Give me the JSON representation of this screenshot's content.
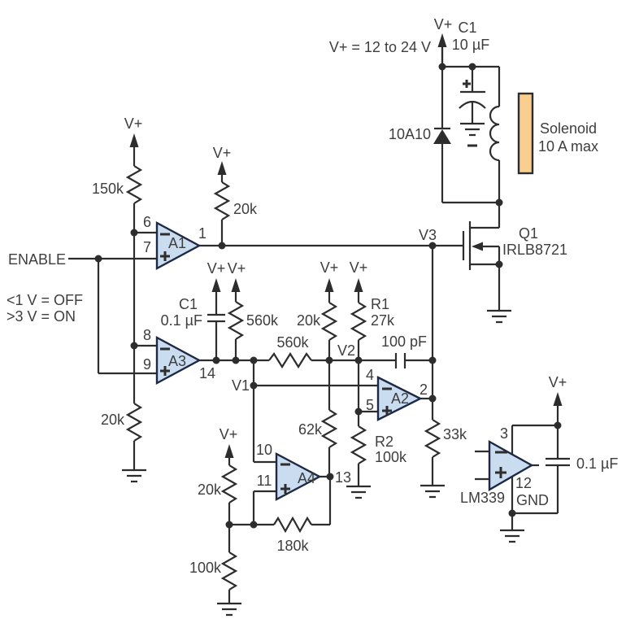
{
  "supply": {
    "rail": "V+",
    "note": "V+ = 12 to 24 V"
  },
  "enable": {
    "label": "ENABLE",
    "note_off": "<1 V = OFF",
    "note_on": ">3 V = ON"
  },
  "nets": {
    "v1": "V1",
    "v2": "V2",
    "v3": "V3"
  },
  "caps": {
    "bulk": {
      "ref": "C1",
      "value": "10 µF"
    },
    "filter": {
      "ref": "C1",
      "value": "0.1 µF"
    },
    "c100pf": "100 pF",
    "bypass": "0.1 µF"
  },
  "diode": {
    "part": "10A10"
  },
  "solenoid": {
    "name": "Solenoid",
    "rating": "10 A max"
  },
  "mosfet": {
    "ref": "Q1",
    "part": "IRLB8721"
  },
  "res": {
    "r150k": "150k",
    "r20k_pullup": "20k",
    "r20k_enable": "20k",
    "r560k_vert": "560k",
    "r560k_horiz": "560k",
    "r20k_mid": "20k",
    "r1_ref": "R1",
    "r1_val": "27k",
    "r2_ref": "R2",
    "r2_val": "100k",
    "r62k": "62k",
    "r33k": "33k",
    "r20k_div": "20k",
    "r100k_div": "100k",
    "r180k": "180k"
  },
  "comp": {
    "a1": {
      "name": "A1",
      "pin_inv": "6",
      "pin_non": "7",
      "pin_out": "1"
    },
    "a3": {
      "name": "A3",
      "pin_inv": "8",
      "pin_non": "9",
      "pin_out": "14"
    },
    "a2": {
      "name": "A2",
      "pin_inv": "4",
      "pin_non": "5",
      "pin_out": "2"
    },
    "a4": {
      "name": "A4",
      "pin_inv": "10",
      "pin_non": "11",
      "pin_out": "13"
    },
    "ic": {
      "part": "LM339",
      "pin_vplus": "3",
      "pin_gnd": "12",
      "gnd_label": "GND"
    }
  },
  "colors": {
    "wire": "#2d2d2d",
    "text": "#3e3e3e",
    "comparator_fill": "#c9dcf0",
    "comparator_border": "#1e2a44",
    "solenoid_fill": "#f9ce8e"
  }
}
